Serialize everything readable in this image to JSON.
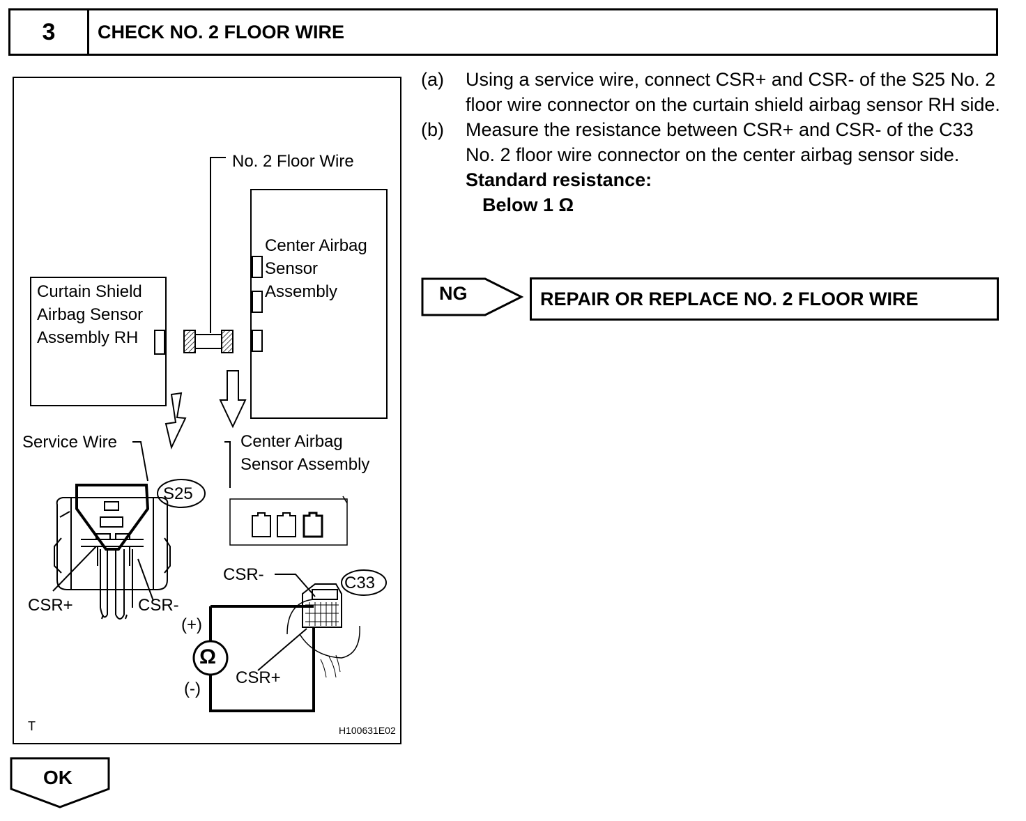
{
  "header": {
    "step_number": "3",
    "title": "CHECK NO. 2 FLOOR WIRE"
  },
  "figure": {
    "label_floor_wire": "No. 2 Floor Wire",
    "label_center_sensor_1": "Center Airbag",
    "label_center_sensor_2": "Sensor",
    "label_center_sensor_3": "Assembly",
    "label_curtain_1": "Curtain Shield",
    "label_curtain_2": "Airbag Sensor",
    "label_curtain_3": "Assembly RH",
    "label_service_wire": "Service Wire",
    "connector_s25": "S25",
    "label_center_lower_1": "Center Airbag",
    "label_center_lower_2": "Sensor Assembly",
    "label_csr_minus_left": "CSR-",
    "label_csr_plus_left": "CSR+",
    "label_csr_minus_right": "CSR-",
    "connector_c33": "C33",
    "meter_plus": "(+)",
    "meter_minus": "(-)",
    "meter_symbol": "Ω",
    "label_csr_plus_right": "CSR+",
    "corner_code": "T",
    "figure_id": "H100631E02"
  },
  "steps": [
    {
      "letter": "(a)",
      "text": "Using a service wire, connect CSR+ and CSR- of the S25 No. 2 floor wire connector on the curtain shield airbag sensor RH side."
    },
    {
      "letter": "(b)",
      "text": "Measure the resistance between CSR+ and CSR- of the C33 No. 2 floor wire connector on the center airbag sensor side."
    }
  ],
  "standard": {
    "label": "Standard resistance:",
    "value": "Below 1 Ω"
  },
  "ng": {
    "label": "NG",
    "action": "REPAIR OR REPLACE NO. 2 FLOOR WIRE"
  },
  "ok": {
    "label": "OK"
  }
}
